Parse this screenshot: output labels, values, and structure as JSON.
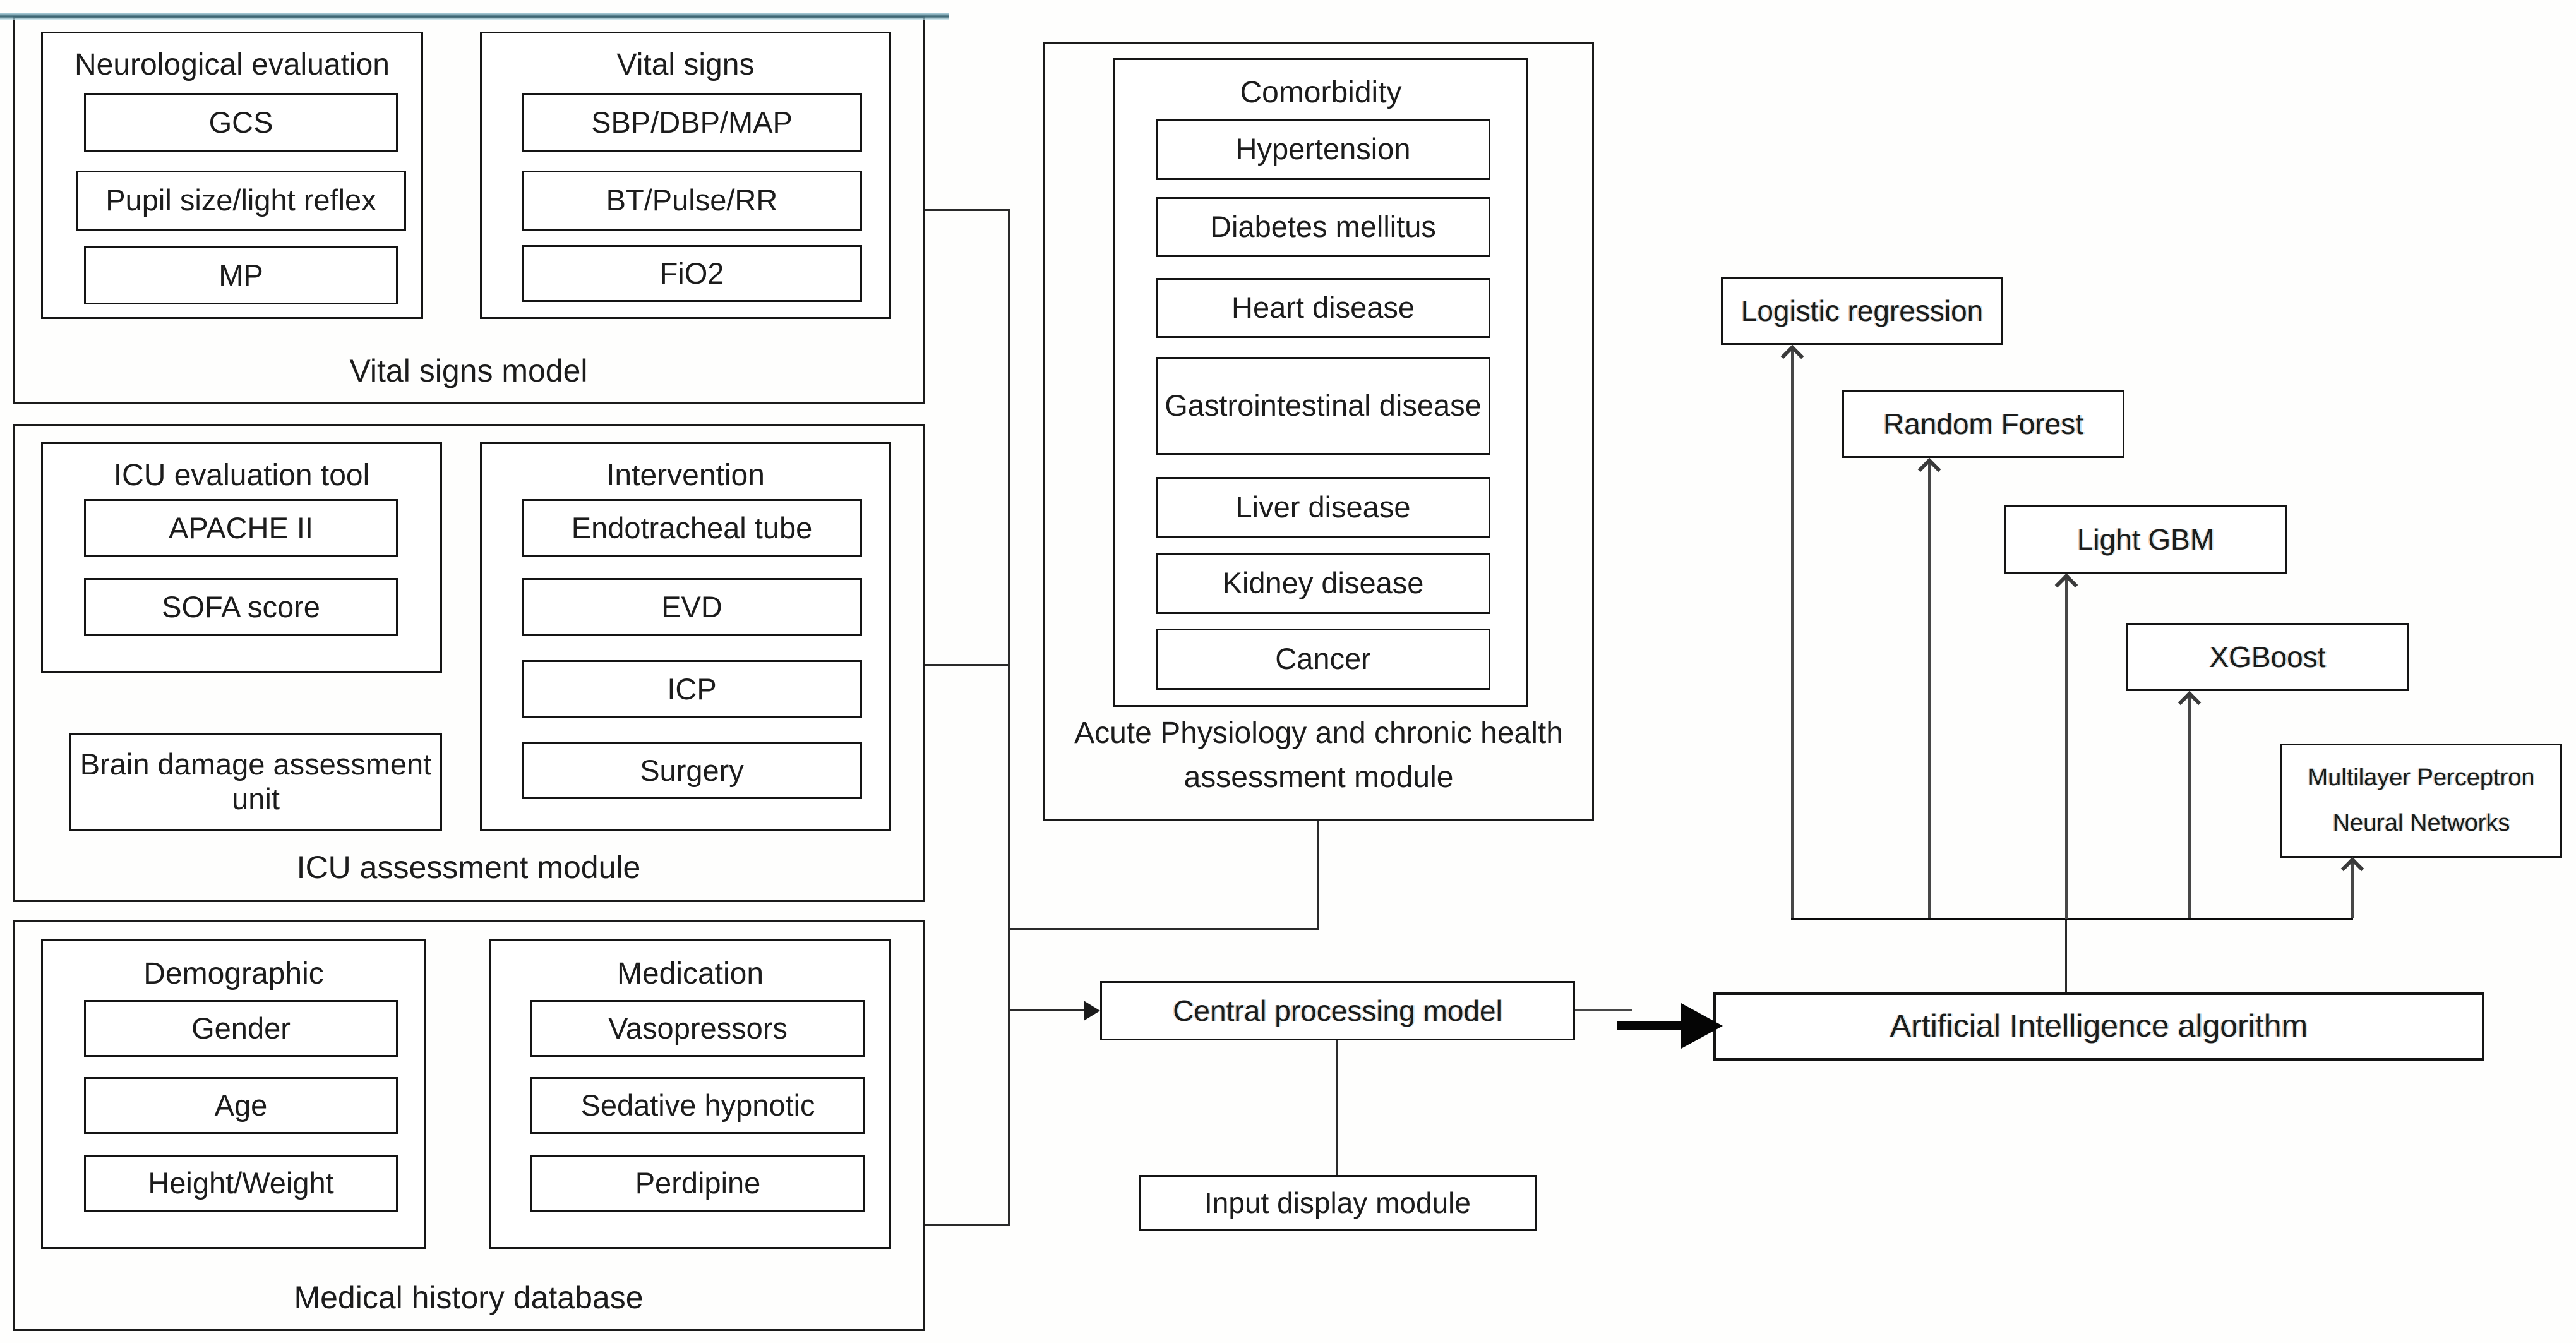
{
  "diagram": {
    "vital_signs_model": {
      "label": "Vital signs model",
      "neurological_evaluation": {
        "title": "Neurological evaluation",
        "items": [
          "GCS",
          "Pupil size/light reflex",
          "MP"
        ]
      },
      "vital_signs": {
        "title": "Vital signs",
        "items": [
          "SBP/DBP/MAP",
          "BT/Pulse/RR",
          "FiO2"
        ]
      }
    },
    "icu_assessment_module": {
      "label": "ICU assessment module",
      "icu_evaluation_tool": {
        "title": "ICU evaluation tool",
        "items": [
          "APACHE II",
          "SOFA score"
        ]
      },
      "brain_damage_unit": "Brain damage assessment unit",
      "intervention": {
        "title": "Intervention",
        "items": [
          "Endotracheal tube",
          "EVD",
          "ICP",
          "Surgery"
        ]
      }
    },
    "medical_history_database": {
      "label": "Medical history database",
      "demographic": {
        "title": "Demographic",
        "items": [
          "Gender",
          "Age",
          "Height/Weight"
        ]
      },
      "medication": {
        "title": "Medication",
        "items": [
          "Vasopressors",
          "Sedative hypnotic",
          "Perdipine"
        ]
      }
    },
    "acute_physiology_module": {
      "label_line1": "Acute Physiology and chronic health",
      "label_line2": "assessment module",
      "comorbidity": {
        "title": "Comorbidity",
        "items": [
          "Hypertension",
          "Diabetes mellitus",
          "Heart disease",
          "Gastrointestinal disease",
          "Liver disease",
          "Kidney disease",
          "Cancer"
        ]
      }
    },
    "central_processing_model": "Central processing model",
    "input_display_module": "Input display module",
    "artificial_intelligence_algorithm": "Artificial Intelligence algorithm",
    "algorithms": [
      "Logistic regression",
      "Random Forest",
      "Light GBM",
      "XGBoost"
    ],
    "mlp": {
      "line1": "Multilayer Perceptron",
      "line2": "Neural Networks"
    }
  },
  "colors": {
    "line": "#1b1b1b",
    "arrow_gray": "#3a3a3a",
    "scan_teal": "#35606e",
    "background": "#fefefd"
  }
}
